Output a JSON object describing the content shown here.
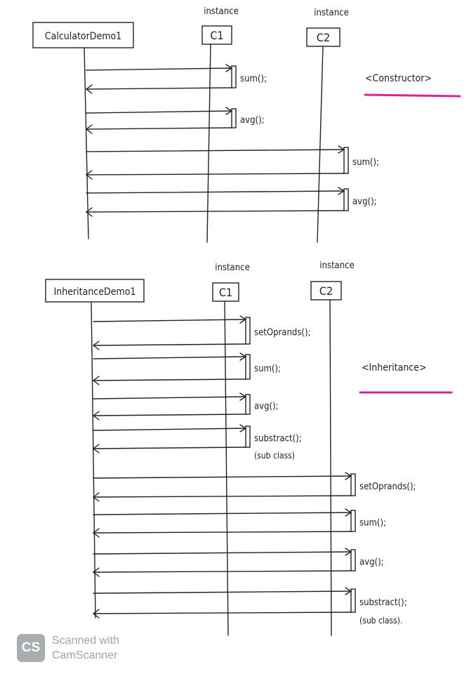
{
  "diagrams": [
    {
      "main_object": "CalculatorDemo1",
      "instances": [
        {
          "stereotype": "instance",
          "name": "C1"
        },
        {
          "stereotype": "instance",
          "name": "C2"
        }
      ],
      "messages": [
        {
          "label": "sum();",
          "target": 0
        },
        {
          "label": "avg();",
          "target": 0
        },
        {
          "label": "sum();",
          "target": 1
        },
        {
          "label": "avg();",
          "target": 1
        }
      ],
      "section_title": "<Constructor>",
      "underline_color": "#e0209a"
    },
    {
      "main_object": "InheritanceDemo1",
      "instances": [
        {
          "stereotype": "instance",
          "name": "C1"
        },
        {
          "stereotype": "instance",
          "name": "C2"
        }
      ],
      "messages": [
        {
          "label": "setOprands();",
          "target": 0
        },
        {
          "label": "sum();",
          "target": 0
        },
        {
          "label": "avg();",
          "target": 0
        },
        {
          "label": "substract();",
          "target": 0,
          "note": "(sub class)"
        },
        {
          "label": "setOprands();",
          "target": 1
        },
        {
          "label": "sum();",
          "target": 1
        },
        {
          "label": "avg();",
          "target": 1
        },
        {
          "label": "substract();",
          "target": 1,
          "note": "(sub class)."
        }
      ],
      "section_title": "<Inheritance>",
      "underline_color": "#e0209a"
    }
  ],
  "watermark": {
    "icon": "CS",
    "line1": "Scanned with",
    "line2": "CamScanner"
  }
}
